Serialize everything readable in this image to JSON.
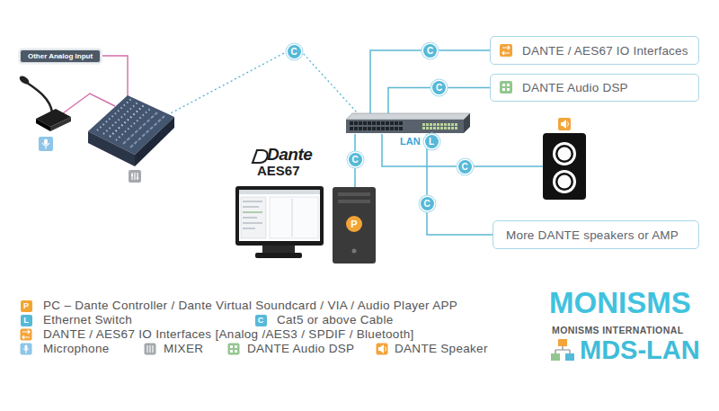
{
  "diagram": {
    "nodes": [
      {
        "text": [
          "Other Analog Input"
        ]
      },
      {
        "text": [
          "DANTE / AES67 IO Interfaces"
        ]
      },
      {
        "text": [
          "DANTE Audio DSP"
        ]
      },
      {
        "text": [
          "LAN"
        ]
      },
      {
        "text": [
          "More DANTE speakers or AMP"
        ]
      }
    ],
    "edges": [
      {
        "from": 3,
        "to": 1,
        "arrow": "none",
        "label": "C"
      },
      {
        "from": 3,
        "to": 2,
        "arrow": "none",
        "label": "C"
      },
      {
        "from": 3,
        "to": 4,
        "arrow": "none",
        "label": "C"
      }
    ],
    "labels": [
      "C",
      "Dante",
      "AES67",
      "C",
      "P",
      "L",
      "C",
      "P",
      "L",
      "C",
      "MONISMS",
      "MONISMS INTERNATIONAL",
      "MDS-LAN"
    ],
    "legend": [
      {
        "text": "PC – Dante Controller / Dante Virtual Soundcard / VIA / Audio Player APP"
      },
      {
        "text": "Ethernet Switch"
      },
      {
        "text": "Cat5 or above Cable"
      },
      {
        "text": "DANTE / AES67 IO Interfaces [Analog /AES3 / SPDIF / Bluetooth]"
      },
      {
        "text": "Microphone"
      },
      {
        "text": "MIXER"
      },
      {
        "text": "DANTE Audio DSP"
      },
      {
        "text": "DANTE Speaker"
      }
    ]
  }
}
